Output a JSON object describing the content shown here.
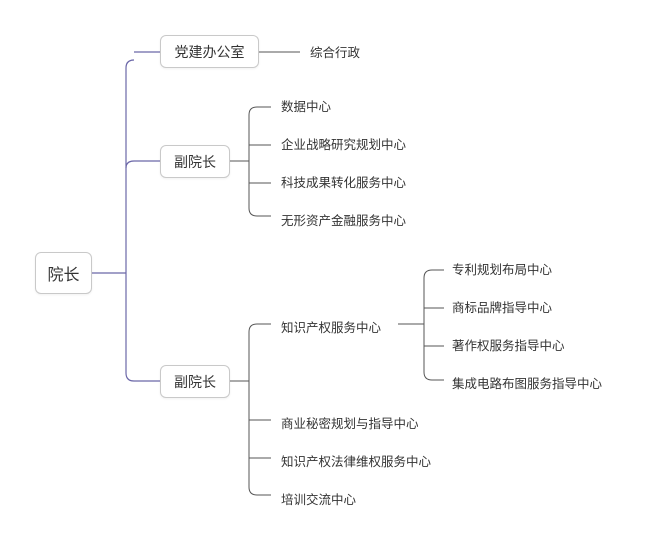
{
  "diagram": {
    "root": {
      "label": "院长"
    },
    "branch1": {
      "label": "党建办公室",
      "children": [
        "综合行政"
      ]
    },
    "branch2": {
      "label": "副院长",
      "children": [
        "数据中心",
        "企业战略研究规划中心",
        "科技成果转化服务中心",
        "无形资产金融服务中心"
      ]
    },
    "branch3": {
      "label": "副院长",
      "children": [
        {
          "label": "知识产权服务中心",
          "children": [
            "专利规划布局中心",
            "商标品牌指导中心",
            "著作权服务指导中心",
            "集成电路布图服务指导中心"
          ]
        },
        "商业秘密规划与指导中心",
        "知识产权法律维权服务中心",
        "培训交流中心"
      ]
    },
    "colors": {
      "root_connector": "#6b67a8",
      "connector": "#555555",
      "box_border": "#c9c9c9",
      "text": "#333333"
    }
  }
}
